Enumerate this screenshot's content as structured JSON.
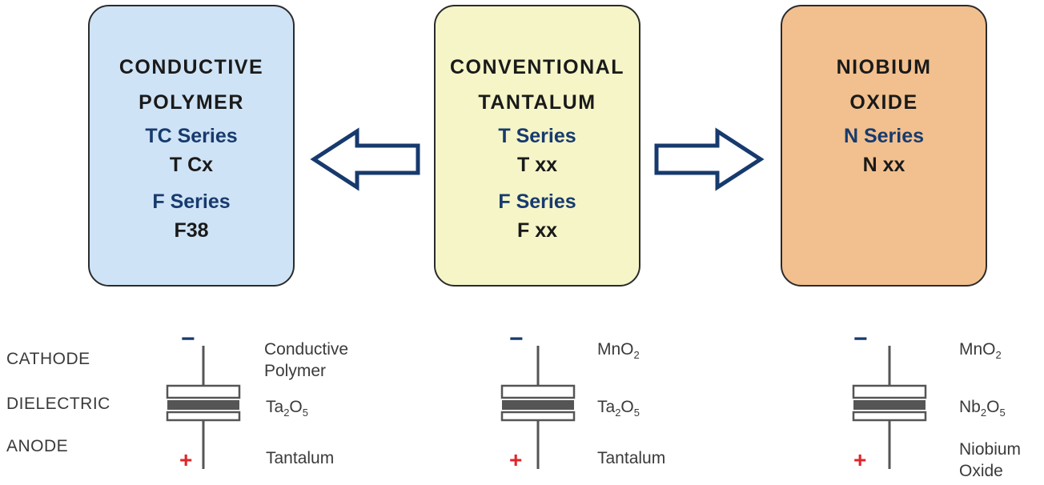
{
  "colors": {
    "polymer_fill": "#cfe3f6",
    "tantalum_fill": "#f5f5c8",
    "niobium_fill": "#f2c08e",
    "series_text": "#173a6e",
    "arrow_stroke": "#173a6e",
    "minus": "#173a6e",
    "plus": "#e0262a"
  },
  "cards": {
    "polymer": {
      "title_line1": "CONDUCTIVE",
      "title_line2": "POLYMER",
      "series1": "TC Series",
      "code1": "T Cx",
      "series2": "F Series",
      "code2": "F38"
    },
    "tantalum": {
      "title_line1": "CONVENTIONAL",
      "title_line2": "TANTALUM",
      "series1": "T Series",
      "code1": "T xx",
      "series2": "F Series",
      "code2": "F xx"
    },
    "niobium": {
      "title_line1": "NIOBIUM",
      "title_line2": "OXIDE",
      "series1": "N Series",
      "code1": "N xx"
    }
  },
  "row_labels": {
    "cathode": "CATHODE",
    "dielectric": "DIELECTRIC",
    "anode": "ANODE"
  },
  "symbols": {
    "minus": "−",
    "plus": "+"
  },
  "materials": {
    "polymer": {
      "cathode_line1": "Conductive",
      "cathode_line2": "Polymer",
      "dielectric_a": "Ta",
      "dielectric_a_sub": "2",
      "dielectric_b": "O",
      "dielectric_b_sub": "5",
      "anode": "Tantalum"
    },
    "tantalum": {
      "cathode_a": "MnO",
      "cathode_a_sub": "2",
      "dielectric_a": "Ta",
      "dielectric_a_sub": "2",
      "dielectric_b": "O",
      "dielectric_b_sub": "5",
      "anode": "Tantalum"
    },
    "niobium": {
      "cathode_a": "MnO",
      "cathode_a_sub": "2",
      "dielectric_a": "Nb",
      "dielectric_a_sub": "2",
      "dielectric_b": "O",
      "dielectric_b_sub": "5",
      "anode_line1": "Niobium",
      "anode_line2": "Oxide"
    }
  }
}
